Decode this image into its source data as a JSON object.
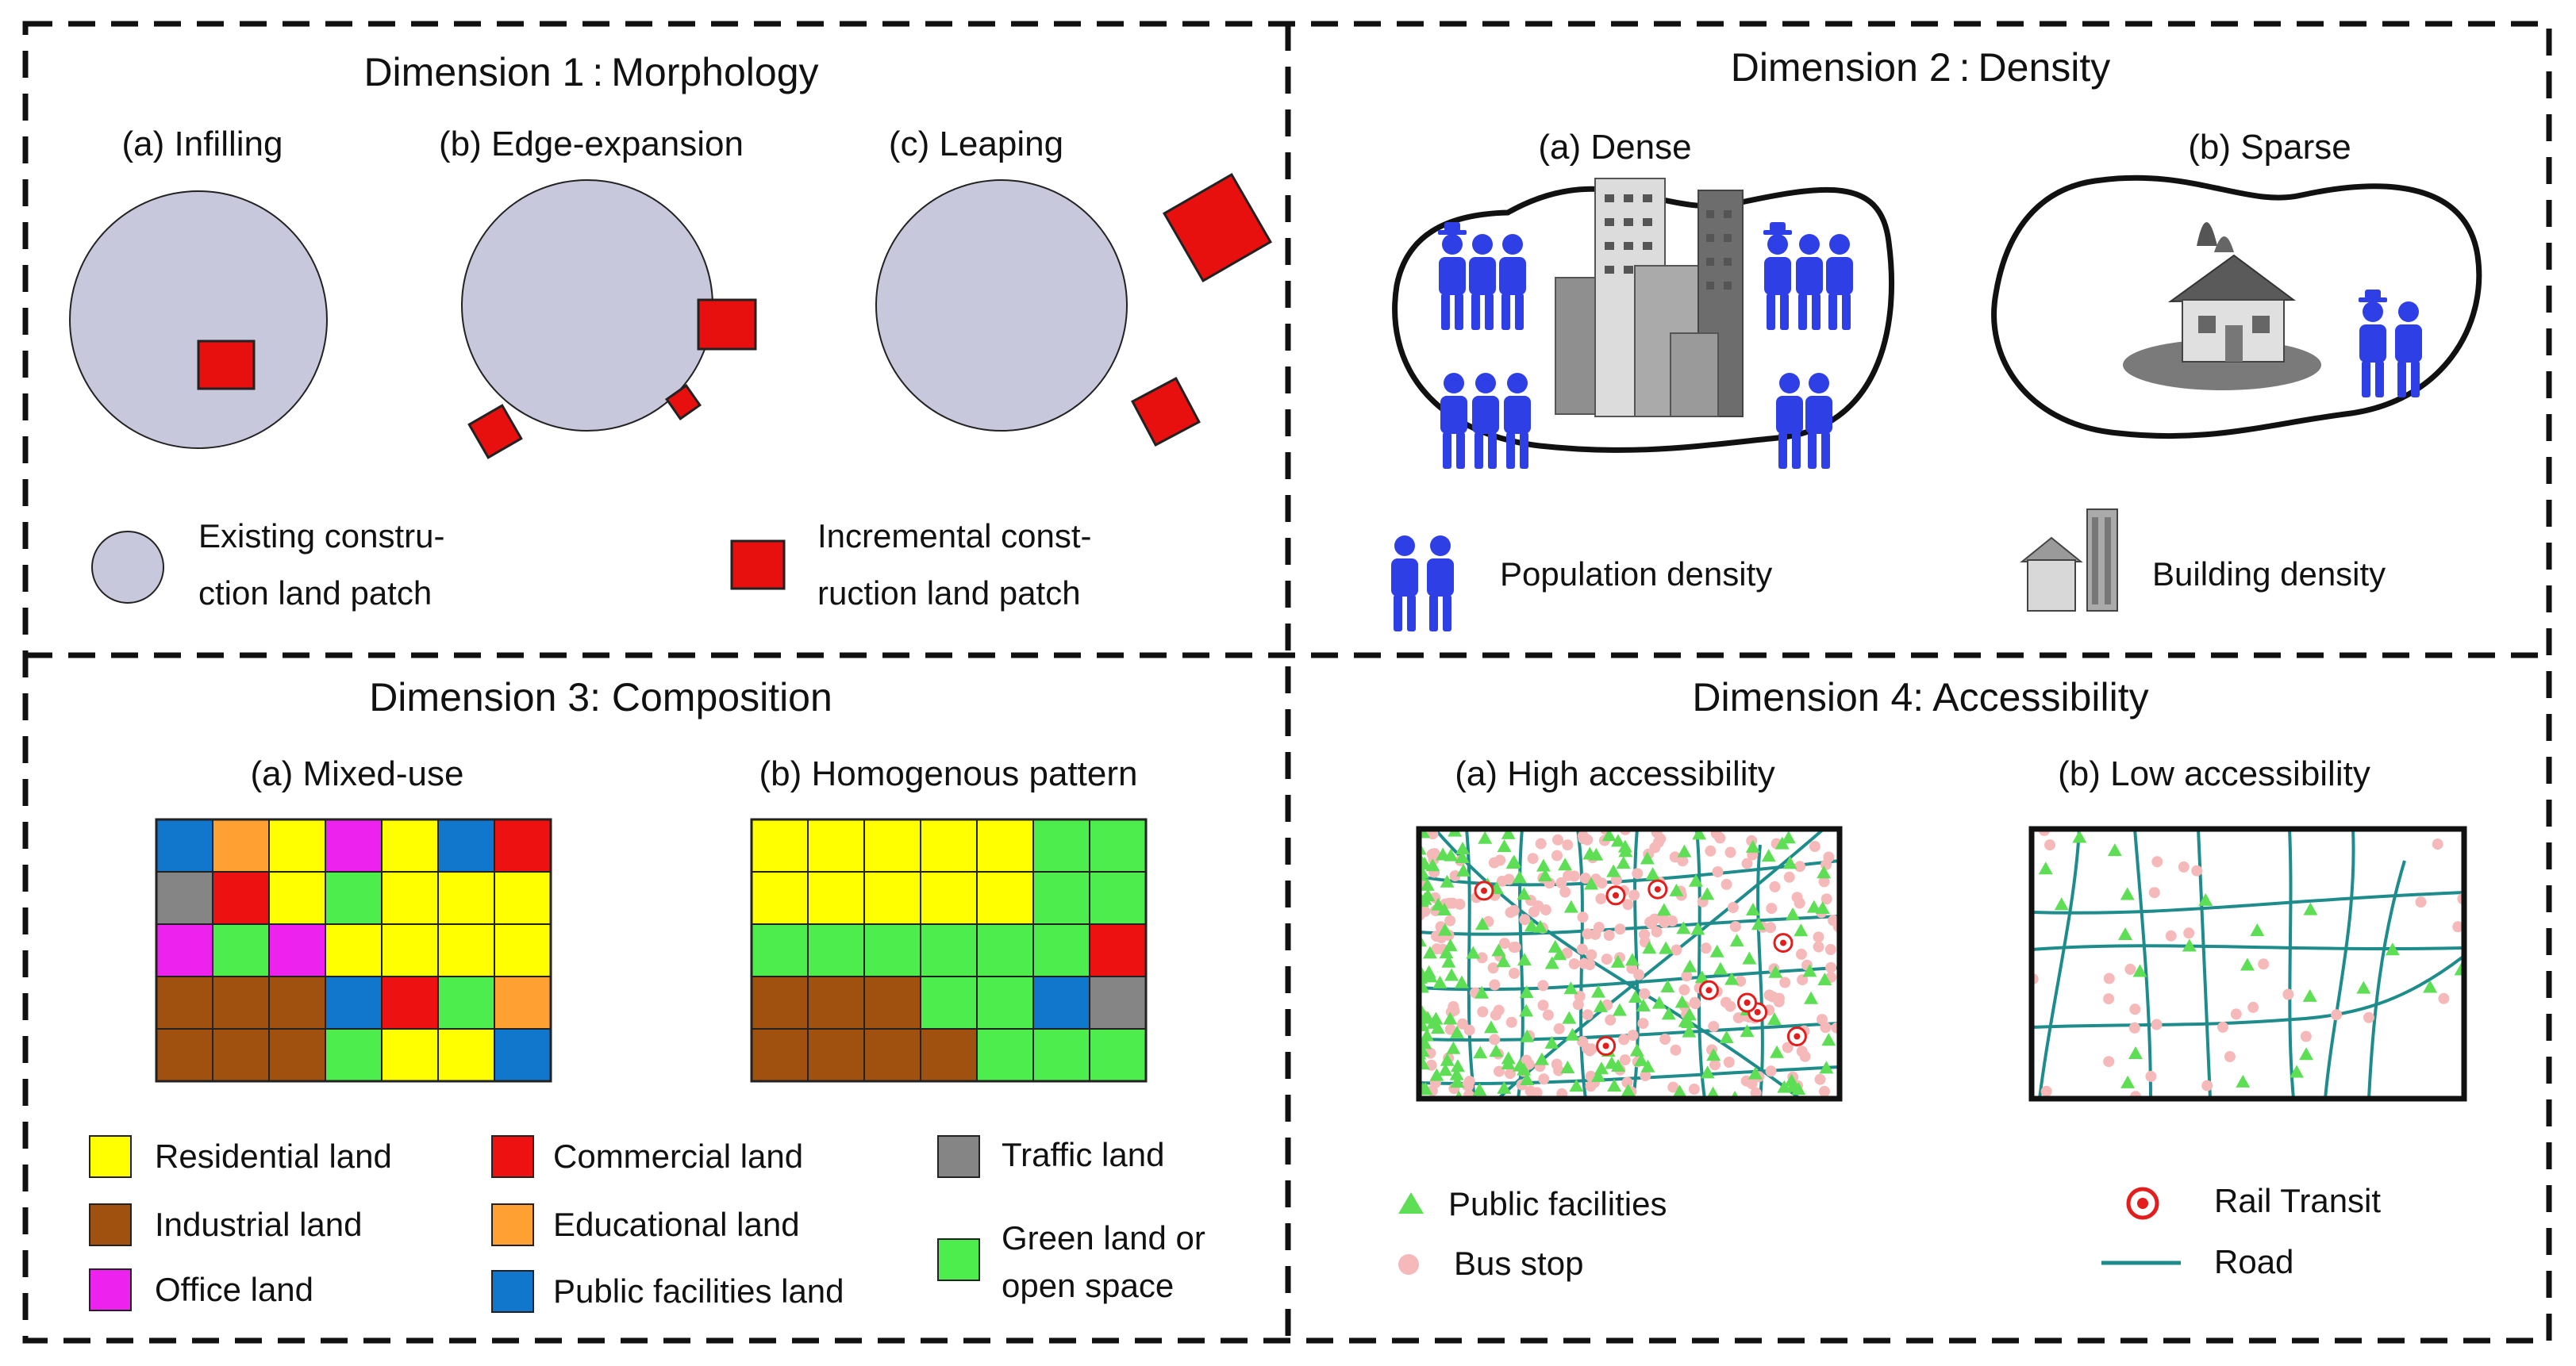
{
  "colors": {
    "existing_patch": "#c8c8dc",
    "incremental_patch": "#e80f0f",
    "people": "#2f3fe6",
    "road": "#1f8c8c",
    "facility": "#5ede55",
    "bus_stop": "#f5b9b9",
    "rail": "#e31c1c",
    "residential": "#ffff00",
    "industrial": "#a0500f",
    "office": "#ee22ee",
    "commercial": "#ee1111",
    "educational": "#ffa033",
    "public_facilities": "#1177cc",
    "traffic": "#858585",
    "green": "#4ded4d"
  },
  "morphology": {
    "title": "Dimension 1 : Morphology",
    "sub_a": "(a) Infilling",
    "sub_b": "(b) Edge-expansion",
    "sub_c": "(c) Leaping",
    "legend_existing_l1": "Existing constru-",
    "legend_existing_l2": "ction land patch",
    "legend_incremental_l1": "Incremental const-",
    "legend_incremental_l2": "ruction land patch"
  },
  "density": {
    "title": "Dimension 2 : Density",
    "sub_a": "(a) Dense",
    "sub_b": "(b) Sparse",
    "legend_population": "Population density",
    "legend_building": "Building density"
  },
  "composition": {
    "title": "Dimension 3: Composition",
    "sub_a": "(a) Mixed-use",
    "sub_b": "(b) Homogenous pattern",
    "grid_a": [
      [
        "public_facilities",
        "educational",
        "residential",
        "office",
        "residential",
        "public_facilities",
        "commercial"
      ],
      [
        "traffic",
        "commercial",
        "residential",
        "green",
        "residential",
        "residential",
        "residential"
      ],
      [
        "office",
        "green",
        "office",
        "residential",
        "residential",
        "residential",
        "residential"
      ],
      [
        "industrial",
        "industrial",
        "industrial",
        "public_facilities",
        "commercial",
        "green",
        "educational"
      ],
      [
        "industrial",
        "industrial",
        "industrial",
        "green",
        "residential",
        "residential",
        "public_facilities"
      ]
    ],
    "grid_b": [
      [
        "residential",
        "residential",
        "residential",
        "residential",
        "residential",
        "green",
        "green"
      ],
      [
        "residential",
        "residential",
        "residential",
        "residential",
        "residential",
        "green",
        "green"
      ],
      [
        "green",
        "green",
        "green",
        "green",
        "green",
        "green",
        "commercial"
      ],
      [
        "industrial",
        "industrial",
        "industrial",
        "green",
        "green",
        "public_facilities",
        "traffic"
      ],
      [
        "industrial",
        "industrial",
        "industrial",
        "industrial",
        "green",
        "green",
        "green"
      ]
    ],
    "legend": {
      "residential": "Residential land",
      "commercial": "Commercial land",
      "traffic": "Traffic land",
      "industrial": "Industrial land",
      "educational": "Educational land",
      "office": "Office land",
      "public_facilities": "Public facilities land",
      "green_l1": "Green land or",
      "green_l2": "open space"
    }
  },
  "accessibility": {
    "title": "Dimension 4: Accessibility",
    "sub_a": "(a) High accessibility",
    "sub_b": "(b) Low accessibility",
    "legend_facilities": "Public facilities",
    "legend_bus": "Bus stop",
    "legend_rail": "Rail Transit",
    "legend_road": "Road"
  }
}
